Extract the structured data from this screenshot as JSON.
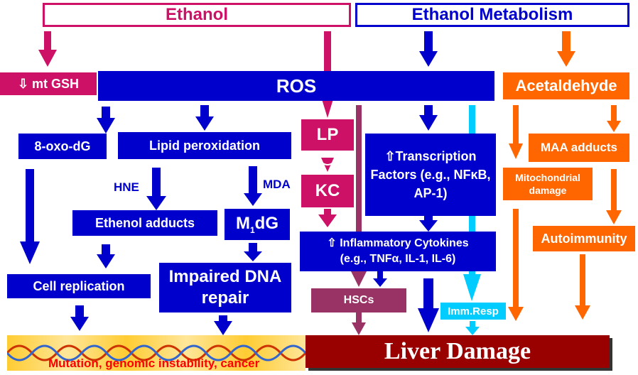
{
  "header": {
    "ethanol": "Ethanol",
    "metabolism": "Ethanol Metabolism"
  },
  "nodes": {
    "mt_gsh": "⇩ mt GSH",
    "ros": "ROS",
    "acetaldehyde": "Acetaldehyde",
    "oxo_dg": "8-oxo-dG",
    "lipid_peroxidation": "Lipid peroxidation",
    "lp": "LP",
    "kc": "KC",
    "transcription_factors": "⇧Transcription Factors (e.g., NFκB, AP-1)",
    "maa_adducts": "MAA adducts",
    "mitochondrial_damage": "Mitochondrial damage",
    "ethenol_adducts": "Ethenol adducts",
    "m1dg_m": "M",
    "m1dg_sub": "1",
    "m1dg_dg": "dG",
    "inflammatory_line1": "⇧ Inflammatory Cytokines",
    "inflammatory_line2": "(e.g., TNFα, IL-1, IL-6)",
    "autoimmunity": "Autoimmunity",
    "cell_replication": "Cell replication",
    "impaired_dna_repair": "Impaired DNA repair",
    "hscs": "HSCs",
    "imm_resp": "Imm.Resp",
    "mutation": "Mutation, genomic instability, cancer",
    "liver_damage": "Liver Damage"
  },
  "labels": {
    "hne": "HNE",
    "mda": "MDA"
  },
  "colors": {
    "ethanol": "#cc1166",
    "blue": "#0000cc",
    "orange": "#ff6600",
    "plum": "#993366",
    "cyan": "#00ccff",
    "liver": "#990000"
  }
}
